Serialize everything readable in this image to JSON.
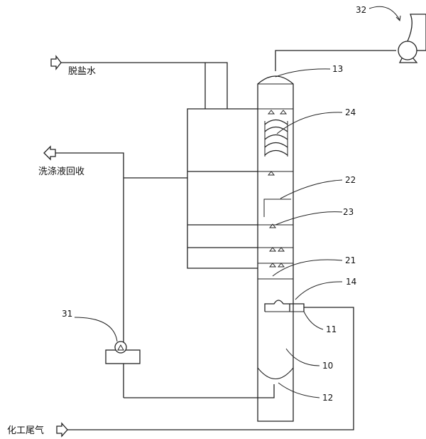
{
  "labels": {
    "desalted_water": "脱盐水",
    "wash_liquid_recovery": "洗涤液回收",
    "chemical_tail_gas": "化工尾气"
  },
  "callouts": {
    "c32": "32",
    "c13": "13",
    "c24": "24",
    "c22": "22",
    "c23": "23",
    "c21": "21",
    "c14": "14",
    "c11": "11",
    "c10": "10",
    "c12": "12",
    "c31": "31"
  }
}
